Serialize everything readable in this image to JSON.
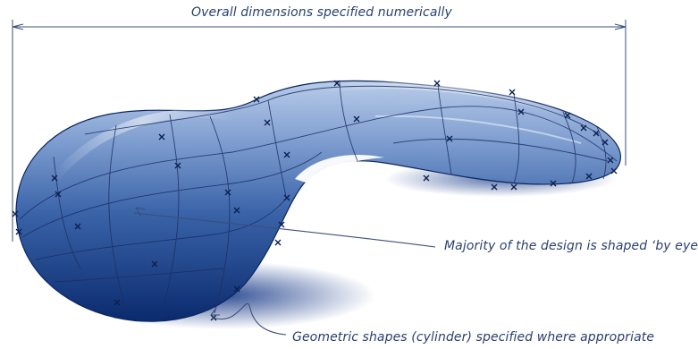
{
  "annotations": {
    "overall_dimensions": "Overall dimensions specified numerically",
    "by_eye": "Majority of the design is shaped ‘by eye’",
    "geometric_shapes": "Geometric shapes (cylinder) specified where appropriate"
  },
  "colors": {
    "ink": "#2a3f6e",
    "body_dark": "#0c2f7a",
    "body_mid": "#3a63a8",
    "body_light": "#c9d9ef"
  }
}
